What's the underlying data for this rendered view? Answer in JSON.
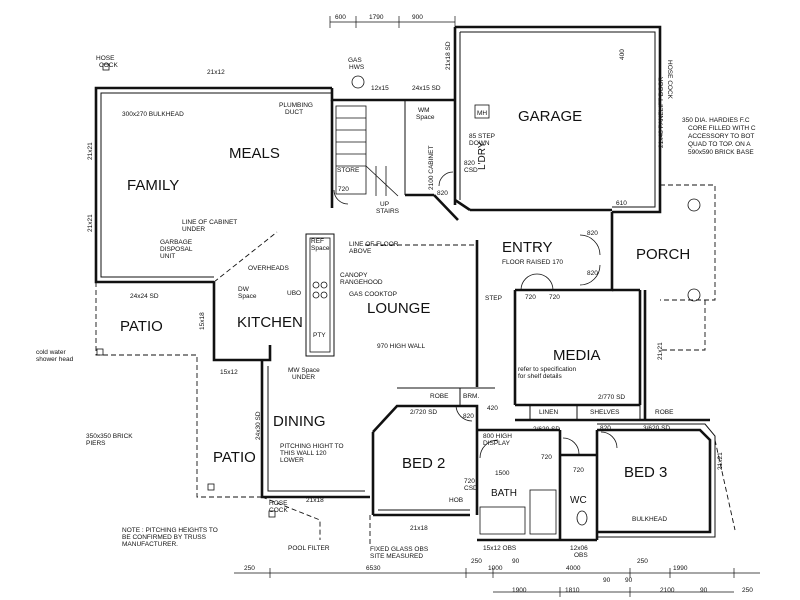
{
  "rooms": {
    "garage": "GARAGE",
    "meals": "MEALS",
    "family": "FAMILY",
    "entry": "ENTRY",
    "porch": "PORCH",
    "lounge": "LOUNGE",
    "kitchen": "KITCHEN",
    "patio_left": "PATIO",
    "patio_lower": "PATIO",
    "dining": "DINING",
    "media": "MEDIA",
    "bed2": "BED 2",
    "bed3": "BED 3",
    "bath": "BATH",
    "wc": "WC",
    "ldry": "L'DRY"
  },
  "labels": {
    "hose_cock_tl": [
      "HOSE",
      "COCK"
    ],
    "hose_cock_tr": "HOSE COCK",
    "hose_cock_bl": [
      "HOSE",
      "COCK"
    ],
    "gas_hws": [
      "GAS",
      "HWS"
    ],
    "mh": "MH",
    "step_down": [
      "85 STEP",
      "DOWN"
    ],
    "bulkhead_top": "300x270 BULKHEAD",
    "plumbing_duct": [
      "PLUMBING",
      "DUCT"
    ],
    "wm_space": [
      "WM",
      "Space"
    ],
    "store": "STORE",
    "cabinet_2100": "2100 CABINET",
    "csd_820": [
      "820",
      "CSD"
    ],
    "up_stairs": [
      "UP",
      "STAIRS"
    ],
    "panelift": "21x48 PANELIFT DOOR",
    "hardies": [
      "350 DIA. HARDIES F.C",
      "CORE FILLED WITH C",
      "ACCESSORY TO BOT",
      "QUAD TO TOP. ON A",
      "590x590 BRICK BASE"
    ],
    "line_cabinet_under": [
      "LINE OF CABINET",
      "UNDER"
    ],
    "garbage": [
      "GARBAGE",
      "DISPOSAL",
      "UNIT"
    ],
    "ref_space": [
      "REF",
      "Space"
    ],
    "overheads": "OVERHEADS",
    "line_floor_above": [
      "LINE OF FLOOR",
      "ABOVE"
    ],
    "floor_raised": "FLOOR RAISED 170",
    "canopy": [
      "CANOPY",
      "RANGEHOOD"
    ],
    "gas_cooktop": "GAS COOKTOP",
    "ubo": "UBO",
    "dw_space": [
      "DW",
      "Space"
    ],
    "pty": "PTY",
    "step": "STEP",
    "high_wall": "970 HIGH WALL",
    "shelf_spec": [
      "refer to specification",
      "for shelf details"
    ],
    "mw_space": [
      "MW Space",
      "UNDER"
    ],
    "cold_water": [
      "cold water",
      "shower head"
    ],
    "brick_piers": [
      "350x350 BRICK",
      "PIERS"
    ],
    "pitching": [
      "PITCHING HIGHT TO",
      "THIS WALL 120",
      "LOWER"
    ],
    "robe_bed2": "ROBE",
    "brm": "BRM.",
    "linen": "LINEN",
    "shelves": "SHELVES",
    "robe_bed3": "ROBE",
    "display": [
      "800 HIGH",
      "DISPLAY"
    ],
    "hob": "HOB",
    "bulkhead_bed3": "BULKHEAD",
    "note": [
      "NOTE : PITCHING HEIGHTS TO",
      "BE CONFIRMED BY TRUSS",
      "MANUFACTURER."
    ],
    "pool_filter": "POOL FILTER",
    "fixed_glass": [
      "FIXED GLASS OBS",
      "SITE MEASURED"
    ],
    "obs_15x12": "15x12 OBS",
    "obs_12x06": [
      "12x06",
      "OBS"
    ]
  },
  "window_sizes": {
    "w21x12_top": "21x12",
    "w12x15": "12x15",
    "w24x15": "24x15 SD",
    "w21x18": "21x18 SD",
    "w21x21_a": "21x21",
    "w21x21_b": "21x21",
    "w24x24": "24x24 SD",
    "w15x18": "15x18",
    "w15x12": "15x12",
    "w24x30": "24x30 SD",
    "w21x18_dining": "21x18",
    "w21x18_bed2": "21x18",
    "w21x21_right": "21x21",
    "w21x21_bed3": "21x21",
    "w400": "400"
  },
  "doors": {
    "d720_store": "720",
    "d820_ldry": "820",
    "d820_porch_a": "820",
    "d820_porch_b": "820",
    "d610": "610",
    "d720_entry_a": "720",
    "d720_entry_b": "720",
    "d2_770": "2/770 SD",
    "d2_720": "2/720 SD",
    "d820_bed2": "820",
    "d420": "420",
    "d2_620": "2/620 SD",
    "d3_620": "3/620 SD",
    "d820_bed3": "820",
    "d720_wc": "720",
    "d720_bath": "720",
    "d720_csd": [
      "720",
      "CSD"
    ],
    "d1500": "1500"
  },
  "dimensions": {
    "top": [
      "600",
      "1790",
      "900"
    ],
    "bottom_row1": [
      "250",
      "6530",
      "250",
      "1000",
      "90",
      "4000",
      "90",
      "250",
      "1990",
      "250"
    ],
    "bottom_row2": [
      "1900",
      "1810",
      "90",
      "2100",
      "90"
    ]
  }
}
